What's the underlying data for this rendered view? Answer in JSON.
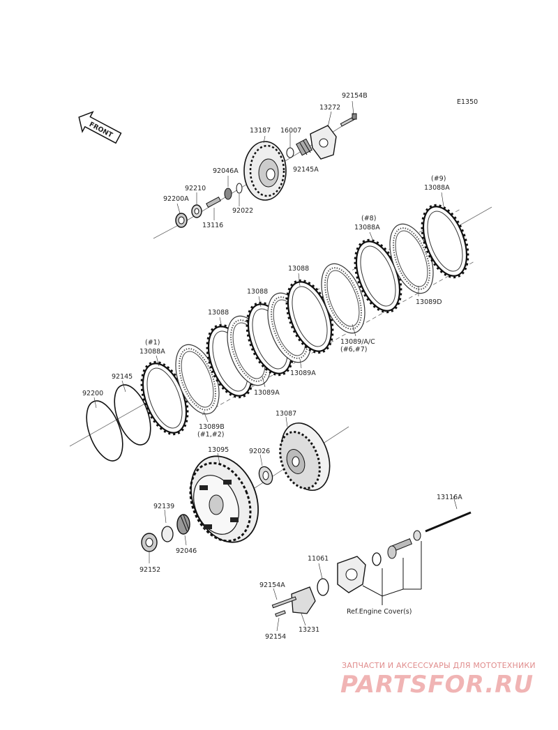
{
  "diagram_code": "E1350",
  "front_label": "FRONT",
  "parts": {
    "p92154B": "92154B",
    "p13272": "13272",
    "p13187": "13187",
    "p16007": "16007",
    "p92145A": "92145A",
    "p92046A": "92046A",
    "p92210": "92210",
    "p92200A": "92200A",
    "p92022": "92022",
    "p13116": "13116",
    "p9_tag": "(#9)",
    "p13088A_9": "13088A",
    "p8_tag": "(#8)",
    "p13088A_8": "13088A",
    "p13089D": "13089D",
    "p13088_a": "13088",
    "p13088_b": "13088",
    "p13088_c": "13088",
    "p13089AC": "13089/A/C",
    "p67_tag": "(#6,#7)",
    "p13089A_a": "13089A",
    "p13089A_b": "13089A",
    "p1_tag": "(#1)",
    "p13088A_1": "13088A",
    "p92145": "92145",
    "p92200": "92200",
    "p13089B": "13089B",
    "p12_tag": "(#1,#2)",
    "p13087": "13087",
    "p13095": "13095",
    "p92026": "92026",
    "p92139": "92139",
    "p92046": "92046",
    "p92152": "92152",
    "p13116A": "13116A",
    "p11061": "11061",
    "p92154A": "92154A",
    "p92154": "92154",
    "p13231": "13231",
    "ref_engine_cover": "Ref.Engine Cover(s)"
  },
  "watermark": {
    "caption": "ЗАПЧАСТИ И АКСЕССУАРЫ ДЛЯ МОТОТЕХНИКИ",
    "logo": "PARTSFOR.RU"
  }
}
